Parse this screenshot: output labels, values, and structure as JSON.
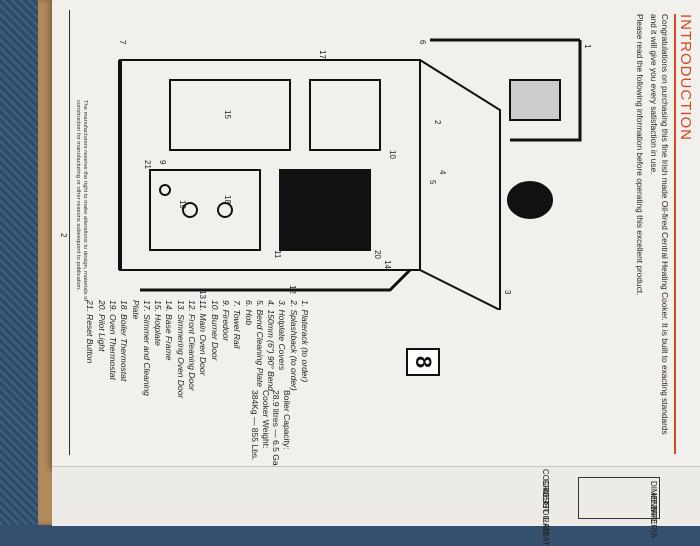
{
  "page": {
    "title": "INTRODUCTION",
    "intro_paragraph": "Congratulations on purchasing this fine Irish made Oil-fired Central Heating Cooker. It is built to exacting standards and it will give you every satisfaction in use.",
    "instruction": "Please read the following information before operating this excellent product.",
    "legend": [
      "1.  Platerack (to order)",
      "2.  Splashback (to order)",
      "3.  Hotplate Covers",
      "4.  150mm (6\") 90° Bend",
      "5.  Bend Cleaning Plate",
      "6.  Hob",
      "7.  Towel Rail",
      "9.  Firedoor",
      "10. Burner Door",
      "11. Main Oven Door",
      "12. Front Cleaning Door",
      "13. Simmering Oven Door",
      "14. Base Frame",
      "15. Hotplate",
      "17. Simmer and Cleaning",
      "      Plate",
      "18. Boiler Thermostat",
      "19. Oven Thermostat",
      "20. Pilot Light",
      "21. Reset Button"
    ],
    "specs": [
      "Boiler Capacity:",
      "28.9 litres — 6.5 Gallons.",
      "Cooker Weight:",
      "384Kg — 855 Lbs."
    ],
    "logo_glyph": "8",
    "footer_note": "The manufacturers reserve the right to make alterations to design, materials or construction for manufacturing or other reasons subsequent to publication.",
    "page_number": "2",
    "diagram_labels": [
      "1",
      "2",
      "3",
      "4",
      "5",
      "6",
      "7",
      "9",
      "10",
      "11",
      "12",
      "13",
      "14",
      "15",
      "17",
      "18",
      "19",
      "20",
      "21"
    ]
  },
  "next_page": {
    "lines": [
      "DIMENS",
      "METRIC",
      "IMPERIA",
      "COOKE",
      "GROSS",
      "NETT",
      "JET",
      "OIL PR",
      "RADIAT"
    ]
  },
  "colors": {
    "accent": "#d44a20",
    "paper": "#f1f0ec"
  }
}
